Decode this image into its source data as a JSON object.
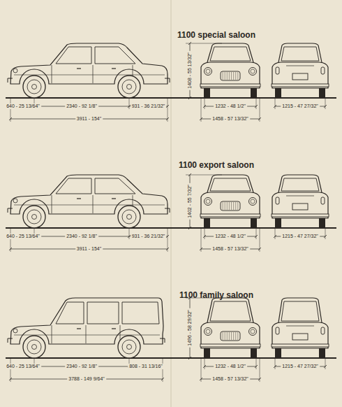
{
  "diagram": {
    "labels": [
      "1100 special saloon",
      "1408 - 55 13/32\"",
      "640 - 25 13/64\"",
      "2340 - 92 1/8\"",
      "931 - 36 21/32\"",
      "3911 - 154\"",
      "1232 - 48 1/2\"",
      "1458 - 57 13/32\"",
      "1215 - 47 27/32\"",
      "1100 export saloon",
      "1402 - 55 7/32\"",
      "640 - 25 13/64\"",
      "2340 - 92 1/8\"",
      "931 - 36 21/32\"",
      "3911 - 154\"",
      "1232 - 48 1/2\"",
      "1458 - 57 13/32\"",
      "1215 - 47 27/32\"",
      "1100 family saloon",
      "1496 - 58 29/32\"",
      "640 - 25 13/64\"",
      "2340 - 92 1/8\"",
      "808 - 31 13/16\"",
      "3788 - 149 9/64\"",
      "1232 - 48 1/2\"",
      "1458 - 57 13/32\"",
      "1215 - 47 27/32\""
    ]
  }
}
